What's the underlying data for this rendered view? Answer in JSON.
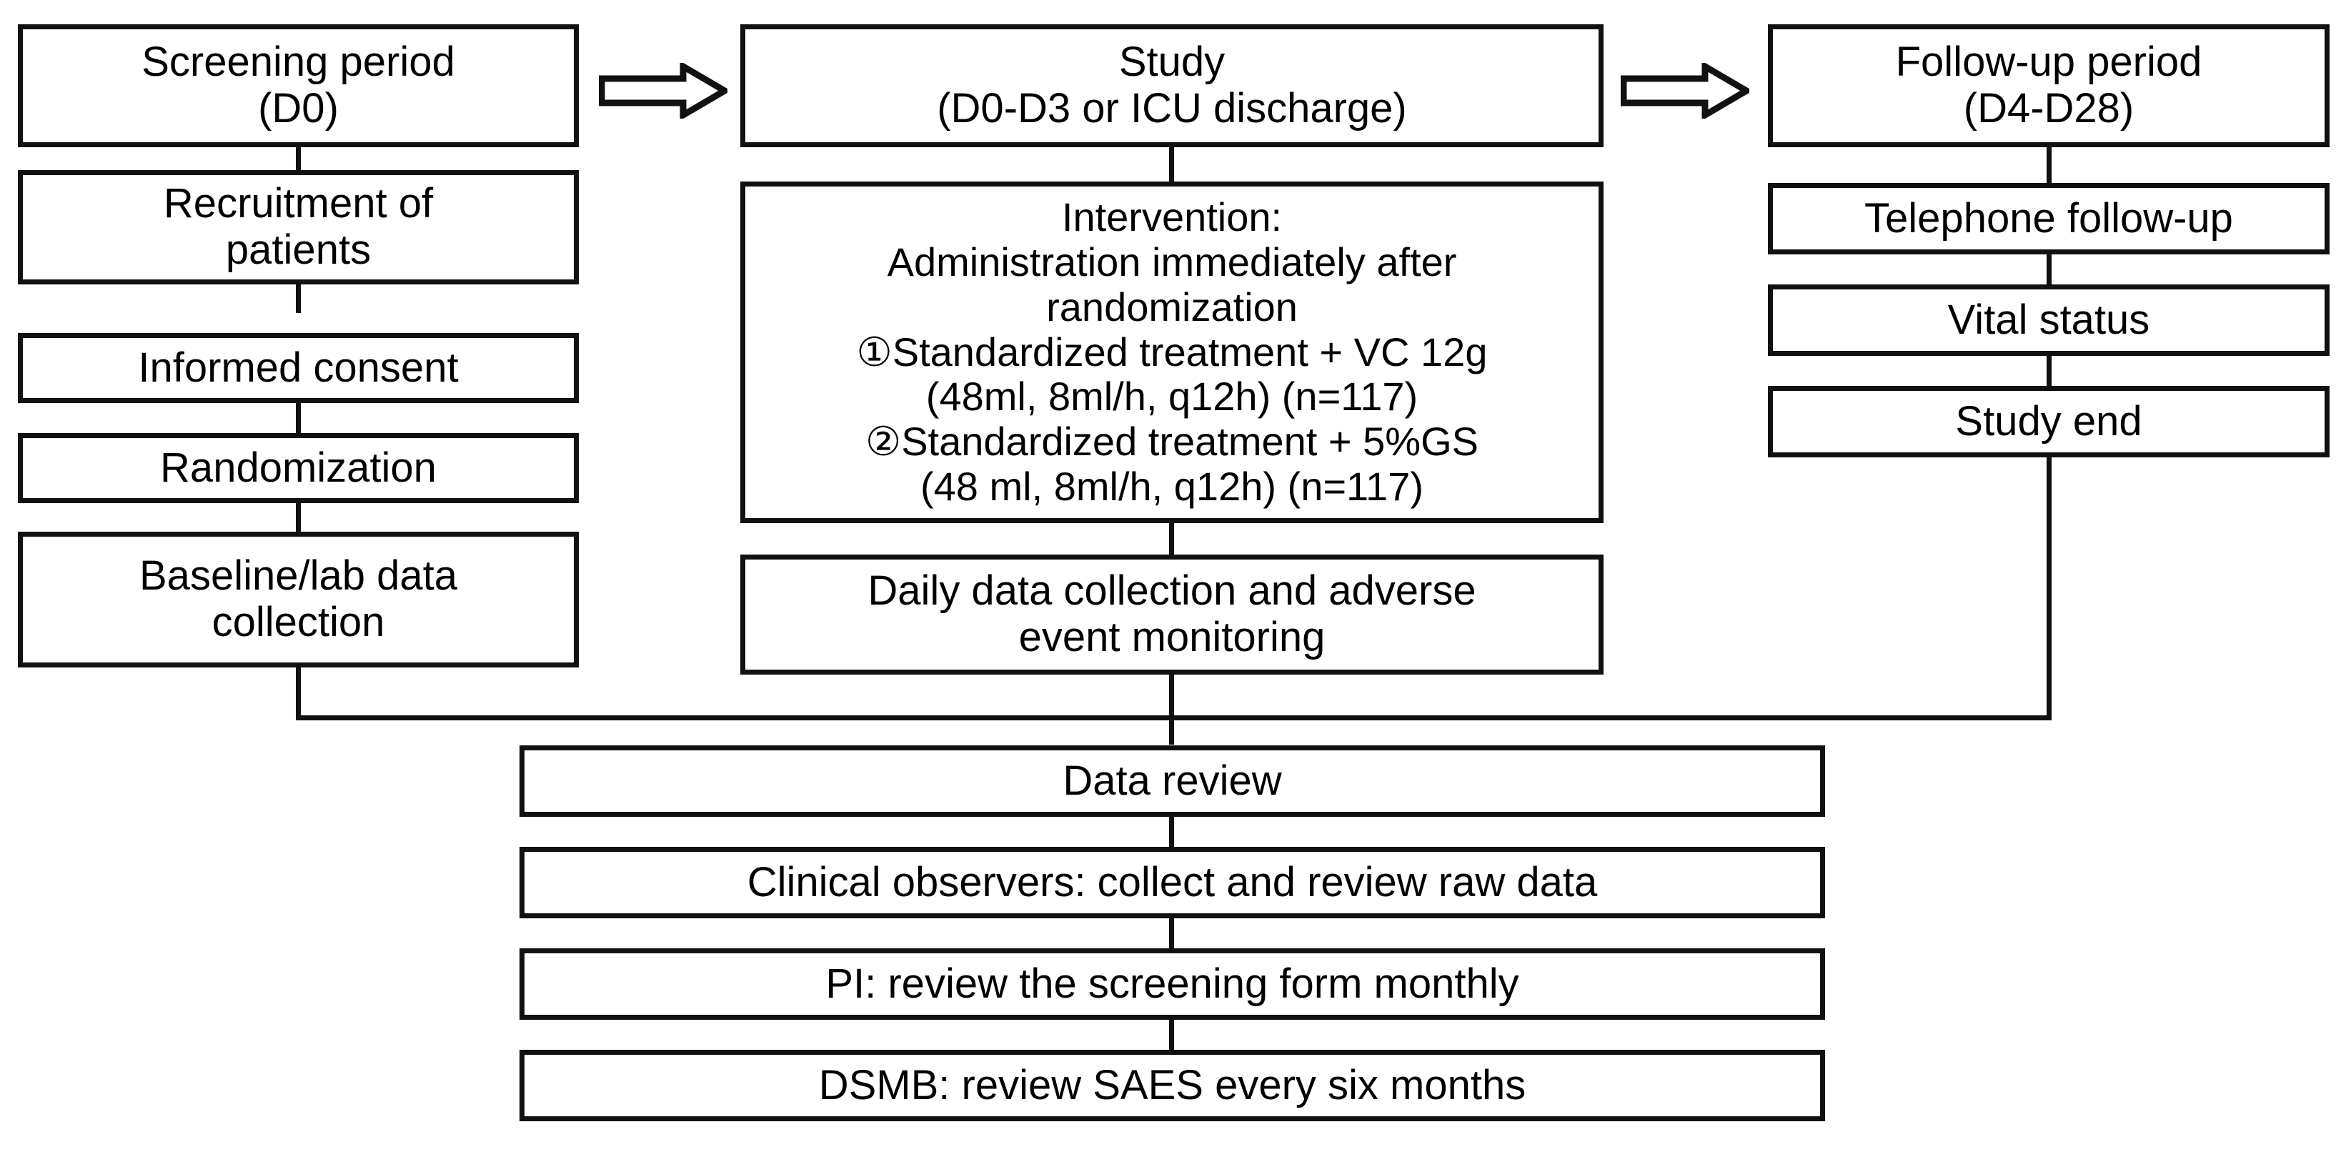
{
  "diagram": {
    "title": "Clinical trial study flow diagram",
    "colors": {
      "stroke": "#111111",
      "background": "#ffffff",
      "text": "#000000"
    },
    "arrow_icon": "block-arrow-right",
    "columns": {
      "screening": {
        "header": "Screening period\n(D0)",
        "steps": [
          "Recruitment of\npatients",
          "Informed consent",
          "Randomization",
          "Baseline/lab data\ncollection"
        ]
      },
      "study": {
        "header": "Study\n(D0-D3 or ICU discharge)",
        "intervention": "Intervention:\nAdministration immediately after\nrandomization\n①Standardized treatment + VC 12g\n(48ml, 8ml/h, q12h) (n=117)\n②Standardized treatment + 5%GS\n(48 ml, 8ml/h, q12h) (n=117)",
        "monitoring": "Daily data collection and adverse\nevent monitoring"
      },
      "followup": {
        "header": "Follow-up period\n(D4-D28)",
        "steps": [
          "Telephone follow-up",
          "Vital status",
          "Study end"
        ]
      }
    },
    "oversight": [
      "Data review",
      "Clinical observers: collect and review raw data",
      "PI: review the screening form monthly",
      "DSMB: review SAES every six months"
    ]
  }
}
